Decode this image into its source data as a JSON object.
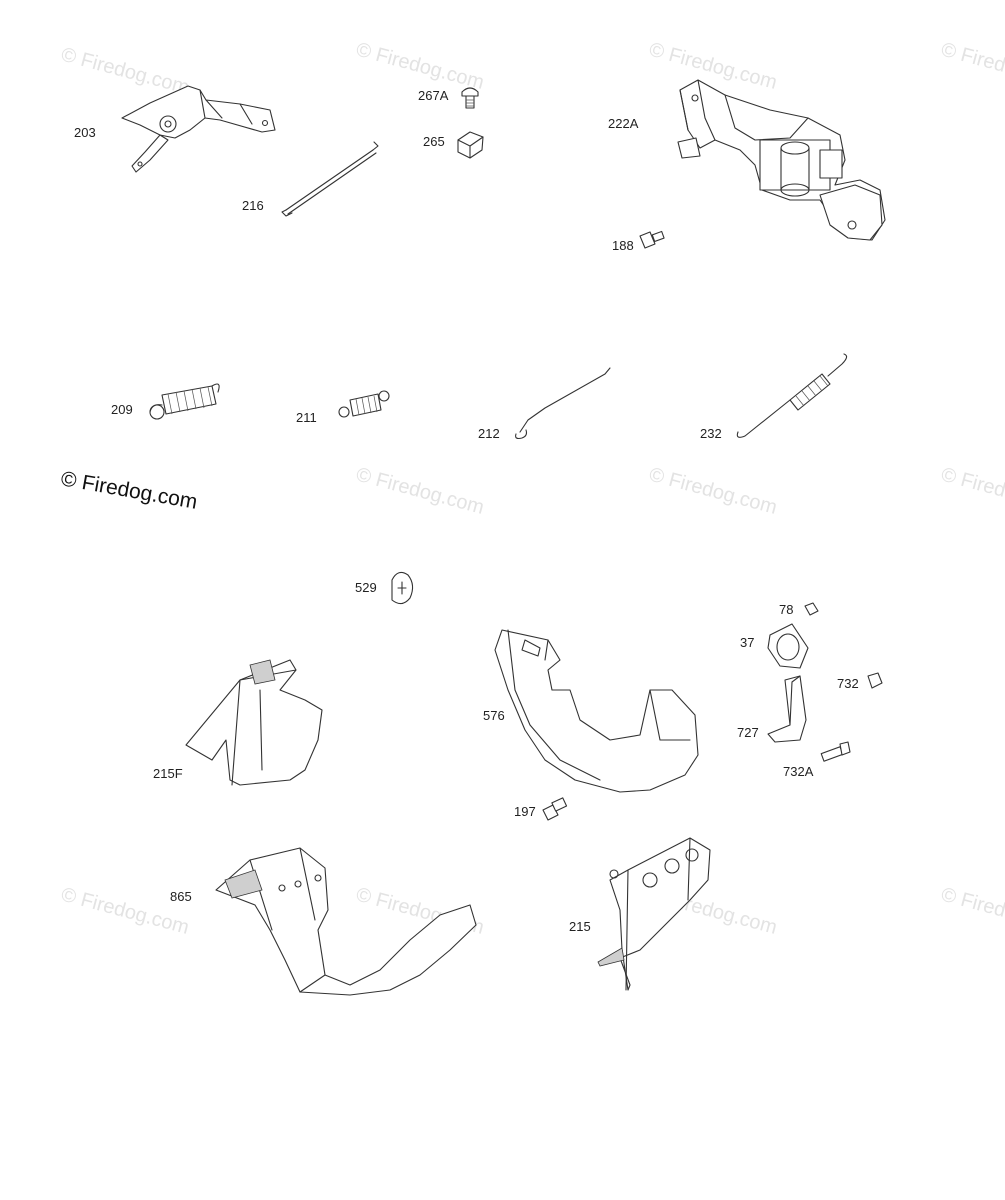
{
  "watermark": {
    "main": "© Firedog.com",
    "faint": "© Firedog.com"
  },
  "labels": {
    "p203": "203",
    "p216": "216",
    "p267A": "267A",
    "p265": "265",
    "p222A": "222A",
    "p188": "188",
    "p209": "209",
    "p211": "211",
    "p212": "212",
    "p232": "232",
    "p529": "529",
    "p78": "78",
    "p37": "37",
    "p732": "732",
    "p727": "727",
    "p732A": "732A",
    "p576": "576",
    "p215F": "215F",
    "p197": "197",
    "p865": "865",
    "p215": "215"
  }
}
